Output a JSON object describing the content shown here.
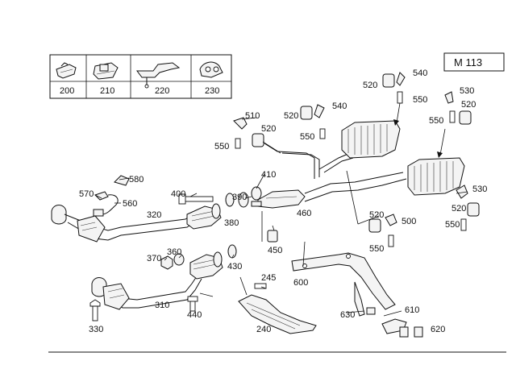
{
  "engine_badge": "M 113",
  "thumbnail_labels": [
    "200",
    "210",
    "220",
    "230"
  ],
  "part_numbers": {
    "p245": "245",
    "p240": "240",
    "p310": "310",
    "p320": "320",
    "p330": "330",
    "p360": "360",
    "p370": "370",
    "p380": "380",
    "p390": "390",
    "p400": "400",
    "p410": "410",
    "p430": "430",
    "p440": "440",
    "p450": "450",
    "p460": "460",
    "p500": "500",
    "p510": "510",
    "p520a": "520",
    "p520b": "520",
    "p520c": "520",
    "p520d": "520",
    "p520e": "520",
    "p520f": "520",
    "p530a": "530",
    "p530b": "530",
    "p540a": "540",
    "p540b": "540",
    "p550a": "550",
    "p550b": "550",
    "p550c": "550",
    "p550d": "550",
    "p550e": "550",
    "p550f": "550",
    "p560": "560",
    "p570": "570",
    "p580": "580",
    "p600": "600",
    "p610": "610",
    "p620": "620",
    "p630": "630"
  }
}
